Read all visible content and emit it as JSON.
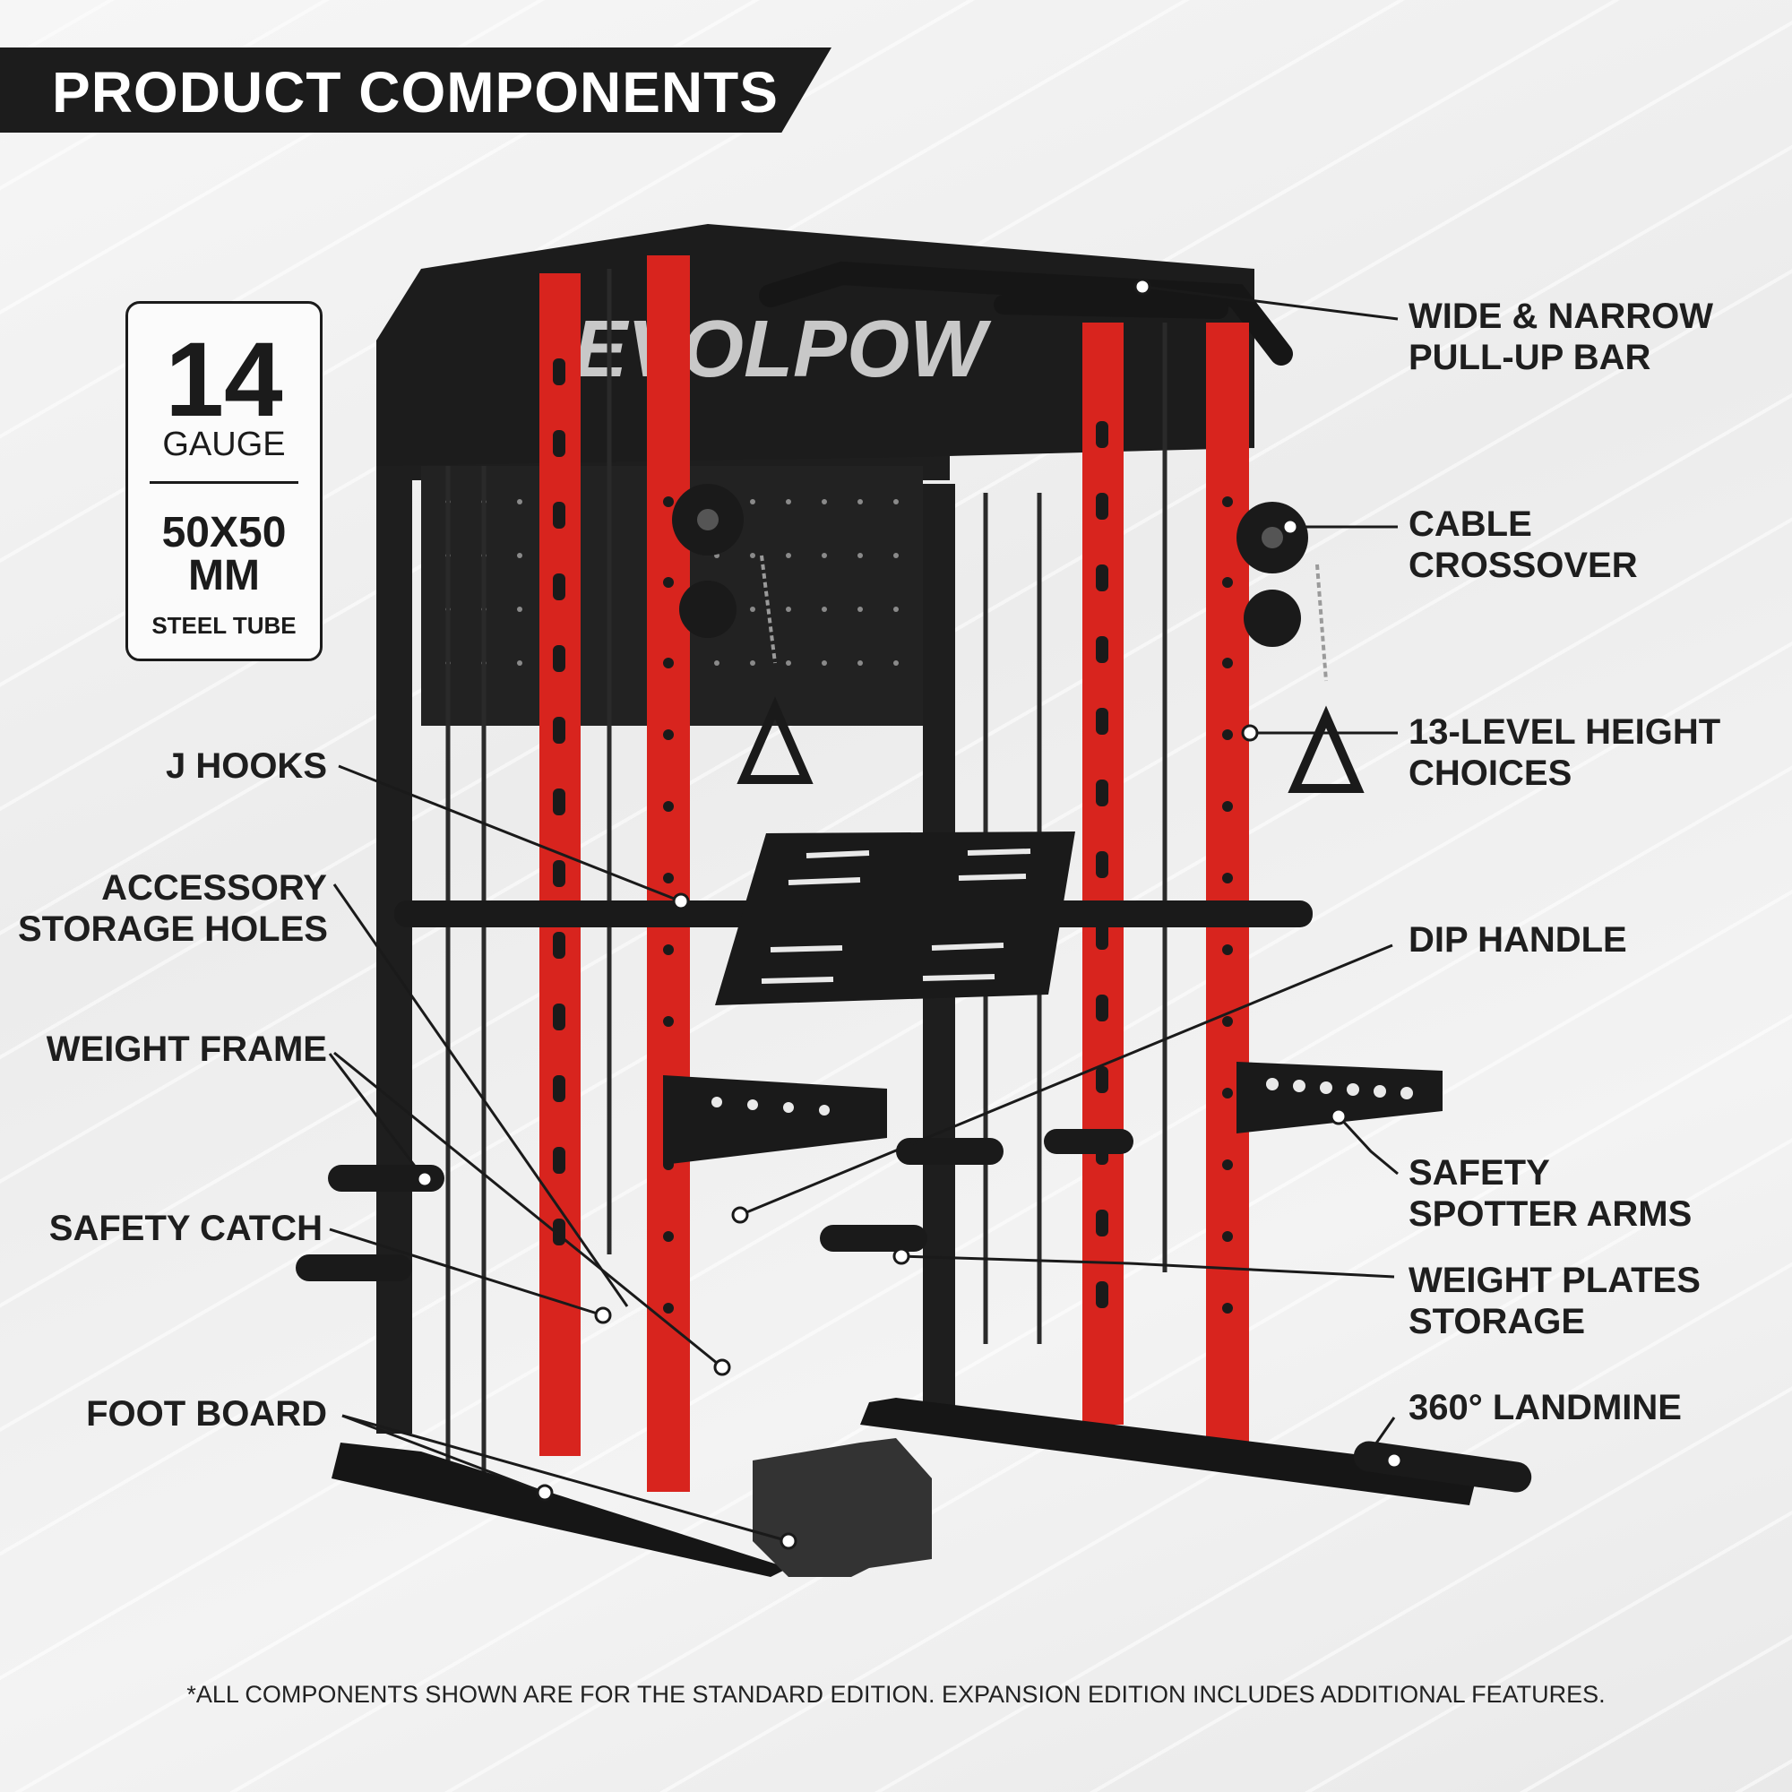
{
  "header": {
    "title": "PRODUCT COMPONENTS"
  },
  "spec": {
    "gauge_number": "14",
    "gauge_label": "GAUGE",
    "tube_size_line1": "50X50",
    "tube_size_line2": "MM",
    "tube_label": "STEEL TUBE"
  },
  "brand": {
    "logo_text": "EVOLPOW"
  },
  "labels": {
    "j_hooks": "J HOOKS",
    "accessory_storage_line1": "ACCESSORY",
    "accessory_storage_line2": "STORAGE HOLES",
    "weight_frame": "WEIGHT FRAME",
    "safety_catch": "SAFETY CATCH",
    "foot_board": "FOOT BOARD",
    "pullup_line1": "WIDE & NARROW",
    "pullup_line2": "PULL-UP BAR",
    "cable_line1": "CABLE",
    "cable_line2": "CROSSOVER",
    "height_line1": "13-LEVEL HEIGHT",
    "height_line2": "CHOICES",
    "dip_handle": "DIP HANDLE",
    "spotter_line1": "SAFETY",
    "spotter_line2": "SPOTTER ARMS",
    "plates_line1": "WEIGHT PLATES",
    "plates_line2": "STORAGE",
    "landmine": "360° LANDMINE"
  },
  "colors": {
    "frame": "#1a1a1a",
    "upright_red": "#d8241e",
    "text": "#1e1e1e",
    "header_bg": "#1c1c1c"
  },
  "footnote": "*ALL COMPONENTS SHOWN ARE FOR THE STANDARD EDITION. EXPANSION EDITION INCLUDES ADDITIONAL FEATURES."
}
